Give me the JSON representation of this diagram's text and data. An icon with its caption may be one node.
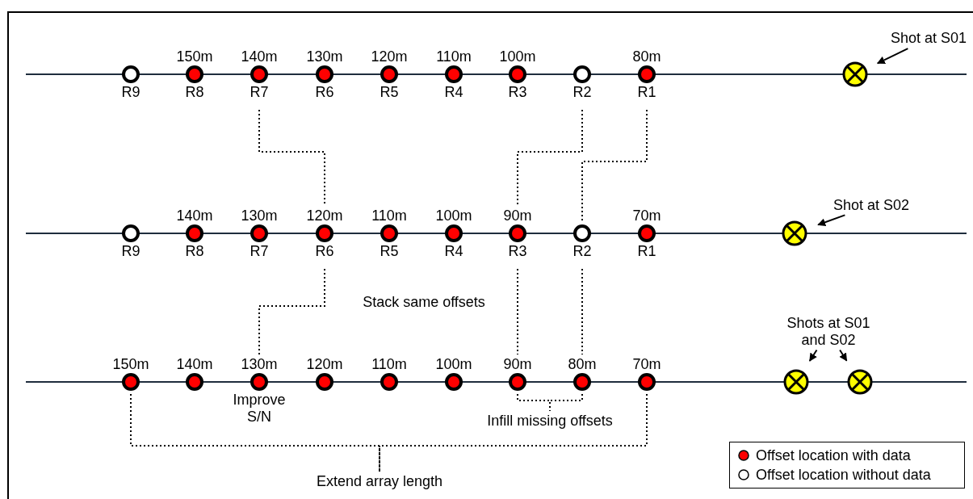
{
  "diagram": {
    "nodes": [
      {
        "text": [],
        "shape": "circle",
        "beside": [
          "R9"
        ]
      },
      {
        "text": [],
        "shape": "circle",
        "beside": [
          "150m",
          "R8"
        ]
      },
      {
        "text": [],
        "shape": "circle",
        "beside": [
          "140m",
          "R7"
        ]
      },
      {
        "text": [],
        "shape": "circle",
        "beside": [
          "130m",
          "R6"
        ]
      },
      {
        "text": [],
        "shape": "circle",
        "beside": [
          "120m",
          "R5"
        ]
      },
      {
        "text": [],
        "shape": "circle",
        "beside": [
          "110m",
          "R4"
        ]
      },
      {
        "text": [],
        "shape": "circle",
        "beside": [
          "100m",
          "R3"
        ]
      },
      {
        "text": [],
        "shape": "circle",
        "beside": [
          "R2"
        ]
      },
      {
        "text": [],
        "shape": "circle",
        "beside": [
          "80m",
          "R1"
        ]
      },
      {
        "text": [],
        "shape": "circle"
      },
      {
        "text": [
          "Shot at S01"
        ]
      },
      {
        "text": [],
        "shape": "circle",
        "beside": [
          "R9"
        ]
      },
      {
        "text": [],
        "shape": "circle",
        "beside": [
          "140m",
          "R8"
        ]
      },
      {
        "text": [],
        "shape": "circle",
        "beside": [
          "130m",
          "R7"
        ]
      },
      {
        "text": [],
        "shape": "circle",
        "beside": [
          "120m",
          "R6"
        ]
      },
      {
        "text": [],
        "shape": "circle",
        "beside": [
          "110m",
          "R5"
        ]
      },
      {
        "text": [],
        "shape": "circle",
        "beside": [
          "100m",
          "R4"
        ]
      },
      {
        "text": [],
        "shape": "circle",
        "beside": [
          "90m",
          "R3"
        ]
      },
      {
        "text": [],
        "shape": "circle",
        "beside": [
          "R2"
        ]
      },
      {
        "text": [],
        "shape": "circle",
        "beside": [
          "70m",
          "R1"
        ]
      },
      {
        "text": [],
        "shape": "circle"
      },
      {
        "text": [
          "Shot at S02"
        ]
      },
      {
        "text": [],
        "shape": "circle",
        "beside": [
          "150m"
        ]
      },
      {
        "text": [],
        "shape": "circle",
        "beside": [
          "140m"
        ]
      },
      {
        "text": [],
        "shape": "circle",
        "beside": [
          "130m"
        ]
      },
      {
        "text": [],
        "shape": "circle",
        "beside": [
          "120m"
        ]
      },
      {
        "text": [],
        "shape": "circle",
        "beside": [
          "110m"
        ]
      },
      {
        "text": [],
        "shape": "circle",
        "beside": [
          "100m"
        ]
      },
      {
        "text": [],
        "shape": "circle",
        "beside": [
          "90m"
        ]
      },
      {
        "text": [],
        "shape": "circle",
        "beside": [
          "80m"
        ]
      },
      {
        "text": [],
        "shape": "circle",
        "beside": [
          "70m"
        ]
      },
      {
        "text": [],
        "shape": "circle"
      },
      {
        "text": [],
        "shape": "circle"
      },
      {
        "text": [
          "Shots at S01 and S02"
        ]
      },
      {
        "text": [
          "Infill missing offsets"
        ]
      },
      {
        "text": [
          "Extend array length"
        ]
      }
    ],
    "edges": [
      {
        "from": 2,
        "to": 14,
        "arrow": "none",
        "style": "dashed"
      },
      {
        "from": 7,
        "to": 17,
        "arrow": "none",
        "style": "dashed"
      },
      {
        "from": 8,
        "to": 18,
        "arrow": "none",
        "style": "dashed"
      },
      {
        "from": 14,
        "to": 24,
        "arrow": "none",
        "style": "dashed"
      },
      {
        "from": 17,
        "to": 28,
        "arrow": "none",
        "style": "dashed"
      },
      {
        "from": 18,
        "to": 29,
        "arrow": "none",
        "style": "dashed"
      },
      {
        "from": 28,
        "to": 34,
        "arrow": "none",
        "style": "dashed"
      },
      {
        "from": 29,
        "to": 34,
        "arrow": "none",
        "style": "dashed"
      },
      {
        "from": 22,
        "to": 35,
        "arrow": "none",
        "style": "dashed"
      },
      {
        "from": 30,
        "to": 35,
        "arrow": "none",
        "style": "dashed"
      },
      {
        "from": 10,
        "to": 9,
        "arrow": "to"
      },
      {
        "from": 21,
        "to": 20,
        "arrow": "to"
      },
      {
        "from": 33,
        "to": 31,
        "arrow": "to"
      },
      {
        "from": 33,
        "to": 32,
        "arrow": "to"
      }
    ],
    "labels": [
      "Stack same offsets",
      "Improve S/N"
    ],
    "legend": [
      {
        "text": "Offset location with data",
        "color": "#ff0000"
      },
      {
        "text": "Offset location without data"
      }
    ]
  }
}
